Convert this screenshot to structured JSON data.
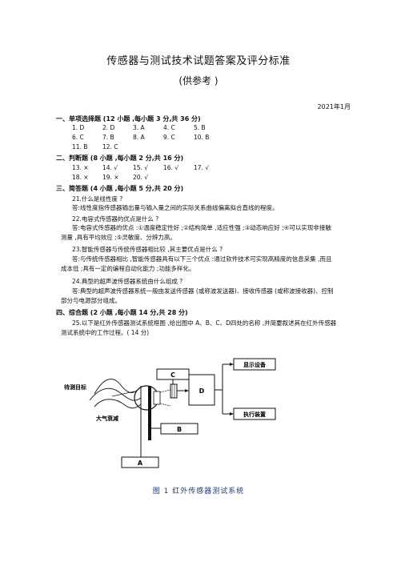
{
  "title": "传感器与测试技术试题答案及评分标准",
  "subtitle": "(供参考 )",
  "date": "2021年1月",
  "sec1": {
    "heading": "一、单项选择题 (12 小题 ,每小题 3 分,共 36 分)",
    "row1": [
      "1. D",
      "2. D",
      "3. A",
      "4. C",
      "5. B"
    ],
    "row2": [
      "6. C",
      "7. B",
      "8. A",
      "9. C",
      "10. B"
    ],
    "row3": [
      "11. B",
      "12. C"
    ]
  },
  "sec2": {
    "heading": "二、判断题 (8 小题 ,每小题 2 分,共 16 分)",
    "row1": [
      "13. ×",
      "14. √",
      "15. √",
      "16. √",
      "17. √"
    ],
    "row2": [
      "18. ×",
      "19. ×",
      "20. √"
    ]
  },
  "sec3": {
    "heading": "三、简答题 (4 小题 ,每小题 5 分,共 20 分)",
    "q21": "21.什么是线性度 ?",
    "a21": "答:线性度指传感器输出量与输入量之间的实际关系曲线偏离拟合直线的程度。",
    "q22": "22.电容式传感器的优点是什么 ?",
    "a22": "答:电容式传感器的优点 :①温度稳定性好 ;②结构简单 ,适应性强 ;③动态响应好 ;④可以实现非接触测量 ,具有平均效应 ;⑤灵敏度、分辨力高。",
    "q23": "23.智能传感器与传统传感器相比较 ,其主要优点是什么 ?",
    "a23": "答:与传统传感器相比 ,智能传感器具有以下三个优点 :通过软件技术可实现高精度的信息采集 ,而且成本低 ;具有一定的编程自动化能力 ;功能多样化。",
    "q24": "24.典型的超声波传感器系统由什么组成 ?",
    "a24": "答:典型的超声波传感器系统一般由发送传感器 (或称波发送器)、接收传感器 (或称波接收器)、控制部分与电源部分组成。"
  },
  "sec4": {
    "heading": "四、综合题 (2 小题 ,每小题 14 分,共 28 分)",
    "q25": "25.以下是红外传感器测试系统框图 ,给出图中 A、B、C、D四处的名称 ,并简要叙述其在红外传感器测试系统中的工作过程。( 14 分)"
  },
  "diagram": {
    "label_target": "待测目标",
    "label_atmos": "大气衰减",
    "box_a": "A",
    "box_b": "B",
    "box_c": "C",
    "box_d": "D",
    "box_display": "显示设备",
    "box_actuator": "执行装置"
  },
  "caption": "图 1    红外传感器测试系统"
}
